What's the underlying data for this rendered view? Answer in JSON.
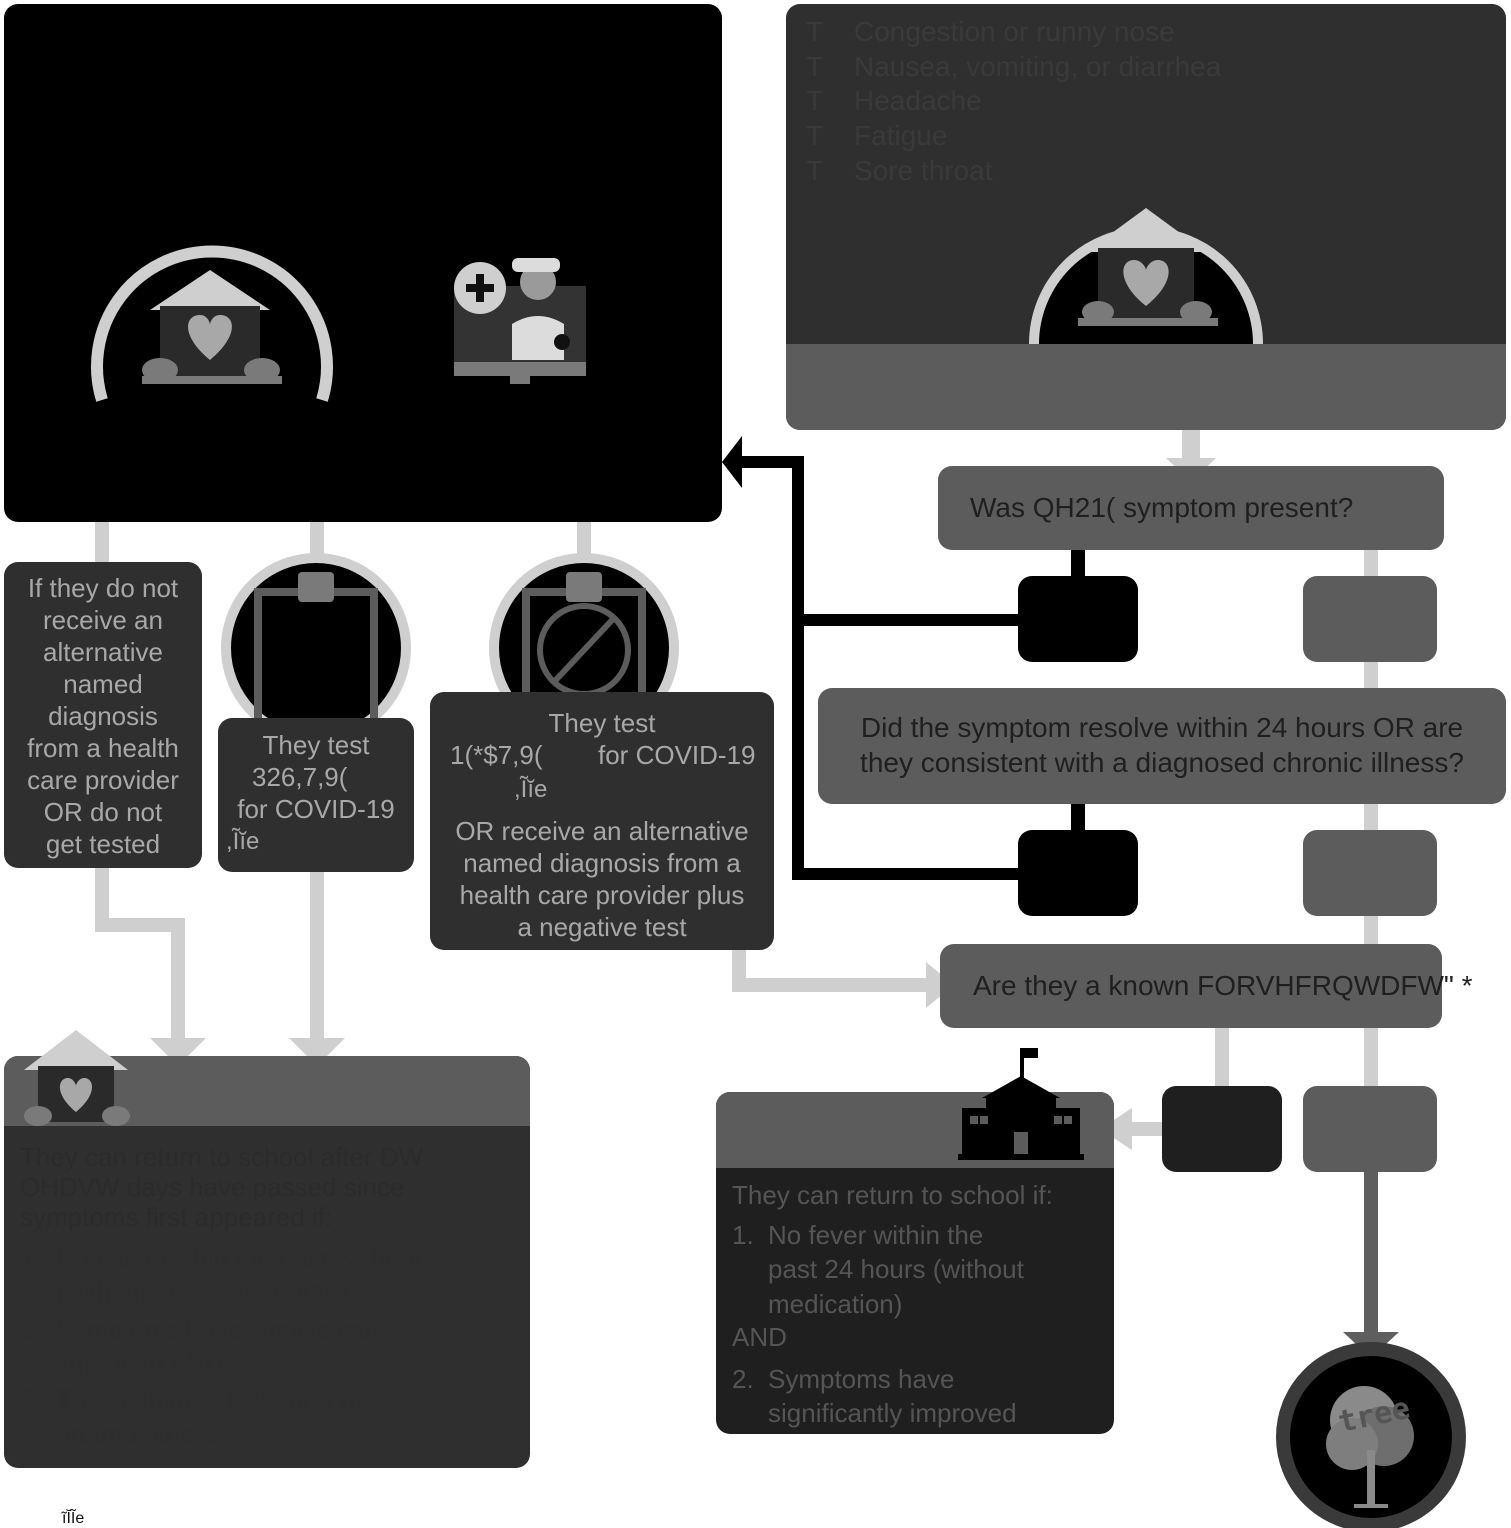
{
  "symptoms": {
    "bullet": "T",
    "items": [
      "Congestion or runny nose",
      "Nausea, vomiting, or diarrhea",
      "Headache",
      "Fatigue",
      "Sore throat"
    ]
  },
  "questions": {
    "q1": "Was QH21( symptom present?",
    "q2_line1": "Did the symptom resolve within 24 hours OR are",
    "q2_line2": "they consistent with a diagnosed chronic illness?",
    "q3": "Are they a known FORVHFRQWDFW\" *"
  },
  "branches": {
    "no_diagnosis": [
      "If they do not",
      "receive an",
      "alternative",
      "named",
      "diagnosis",
      "from a health",
      "care provider",
      "OR do not",
      "get tested"
    ],
    "positive": {
      "line1": "They test",
      "line2": "326,7,9(",
      "line3": "for COVID-19",
      "line4": ",Ĩĭe"
    },
    "negative": {
      "line1": "They test",
      "line2a": "1(*$7,9(",
      "line2b": "for COVID-19",
      "line3": ",Ĩĭe",
      "rest": [
        "OR receive an alternative",
        "named diagnosis from a",
        "health care provider plus",
        "a negative test"
      ]
    }
  },
  "return_after_days": {
    "intro": [
      "They can return to school after DW",
      "OHDVW days have passed since",
      "symptoms first appeared if:"
    ],
    "items": [
      {
        "n": "1.",
        "lines": [
          "No fever within the past 24 hours",
          "(without medication)  AND"
        ]
      },
      {
        "n": "2.",
        "lines": [
          "Symptoms have significantly",
          "improved  AND"
        ]
      },
      {
        "n": "3.",
        "lines": [
          "They continue to wear a mask",
          "around others"
        ]
      }
    ]
  },
  "return_if": {
    "intro": "They can return to school if:",
    "item1": {
      "n": "1.",
      "lines": [
        "No fever within the",
        "past 24 hours (without",
        "medication)"
      ]
    },
    "and": "AND",
    "item2": {
      "n": "2.",
      "lines": [
        "Symptoms have",
        "significantly improved"
      ]
    }
  },
  "tree_label": "tree",
  "footer_mark": "ĩĬĨe",
  "colors": {
    "black_box": "#000000",
    "dark_card": "#2f2f2f",
    "mid_gray": "#5a5a5a",
    "light_gray": "#d0d0d0",
    "dark_gray": "#1f1f1f"
  }
}
